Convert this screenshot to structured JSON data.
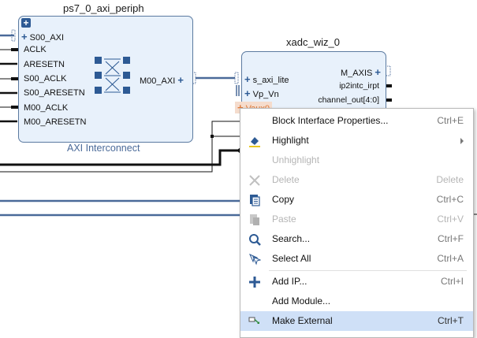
{
  "blocks": {
    "interconnect": {
      "title": "ps7_0_axi_periph",
      "subtitle": "AXI Interconnect",
      "left_pins": [
        "S00_AXI",
        "ACLK",
        "ARESETN",
        "S00_ACLK",
        "S00_ARESETN",
        "M00_ACLK",
        "M00_ARESETN"
      ],
      "right_pins": [
        "M00_AXI"
      ]
    },
    "xadc": {
      "title": "xadc_wiz_0",
      "left_pins": [
        "s_axi_lite",
        "Vp_Vn",
        "Vaux0"
      ],
      "right_pins": [
        "M_AXIS",
        "ip2intc_irpt",
        "channel_out[4:0]"
      ]
    }
  },
  "colors": {
    "block_fill": "#e8f1fb",
    "block_border": "#5b7aa0",
    "bus_wire": "#4a6a99",
    "net_wire": "#111111",
    "menu_selected": "#cfe0f7",
    "icon_blue": "#2d5a94"
  },
  "context_menu": {
    "items": [
      {
        "label": "Block Interface Properties...",
        "shortcut": "Ctrl+E",
        "icon": "none",
        "enabled": true
      },
      {
        "label": "Highlight",
        "shortcut": "",
        "icon": "highlight-icon",
        "enabled": true,
        "submenu": true
      },
      {
        "label": "Unhighlight",
        "shortcut": "",
        "icon": "none",
        "enabled": false
      },
      {
        "label": "Delete",
        "shortcut": "Delete",
        "icon": "delete-icon",
        "enabled": false
      },
      {
        "label": "Copy",
        "shortcut": "Ctrl+C",
        "icon": "copy-icon",
        "enabled": true
      },
      {
        "label": "Paste",
        "shortcut": "Ctrl+V",
        "icon": "paste-icon",
        "enabled": false
      },
      {
        "label": "Search...",
        "shortcut": "Ctrl+F",
        "icon": "search-icon",
        "enabled": true
      },
      {
        "label": "Select All",
        "shortcut": "Ctrl+A",
        "icon": "select-all-icon",
        "enabled": true
      },
      {
        "label": "Add IP...",
        "shortcut": "Ctrl+I",
        "icon": "add-icon",
        "enabled": true
      },
      {
        "label": "Add Module...",
        "shortcut": "",
        "icon": "none",
        "enabled": true
      },
      {
        "label": "Make External",
        "shortcut": "Ctrl+T",
        "icon": "make-external-icon",
        "enabled": true,
        "selected": true
      }
    ]
  }
}
